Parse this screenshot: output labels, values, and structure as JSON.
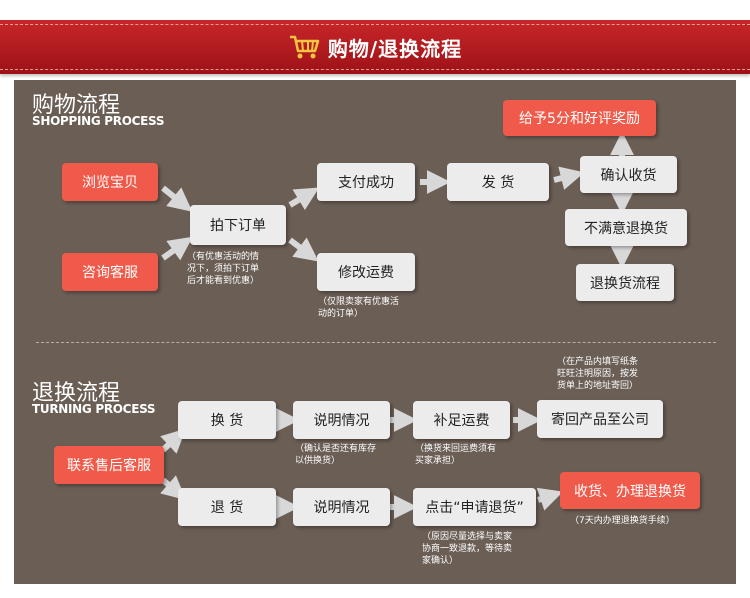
{
  "header": {
    "title": "购物/退换流程"
  },
  "shopping": {
    "title_cn": "购物流程",
    "title_en": "SHOPPING PROCESS",
    "browse": "浏览宝贝",
    "consult": "咨询客服",
    "order": "拍下订单",
    "order_note": [
      "（有优惠活动的情",
      "况下，须拍下订单",
      "后才能看到优惠）"
    ],
    "paid": "支付成功",
    "ship": "发  货",
    "confirm": "确认收货",
    "reward": "给予5分和好评奖励",
    "unhappy": "不满意退换货",
    "return_flow": "退换货流程",
    "modify_fee": "修改运费",
    "modify_note": [
      "（仅限卖家有优惠活",
      "动的订单）"
    ]
  },
  "returns": {
    "title_cn": "退换流程",
    "title_en": "TURNING PROCESS",
    "contact": "联系售后客服",
    "exchange": "换  货",
    "refund": "退  货",
    "explain1": "说明情况",
    "explain1_note": [
      "（确认是否还有库存",
      "以供换货）"
    ],
    "explain2": "说明情况",
    "pay_ship": "补足运费",
    "pay_ship_note": [
      "（换货来回运费须有",
      "买家承担）"
    ],
    "send_back": "寄回产品至公司",
    "send_back_note": [
      "（在产品内填写纸条",
      "旺旺注明原因，按发",
      "货单上的地址寄回）"
    ],
    "apply": "点击“申请退货”",
    "apply_note": [
      "（原因尽量选择与卖家",
      "协商一致退款，等待卖",
      "家确认）"
    ],
    "receive": "收货、办理退换货",
    "receive_note": "（7天内办理退换货手续）"
  },
  "colors": {
    "banner": "#b51c20",
    "panel": "#6a5e55",
    "box": "#ececec",
    "highlight": "#ef5a4a"
  },
  "icons": {
    "header": "cart-icon"
  }
}
